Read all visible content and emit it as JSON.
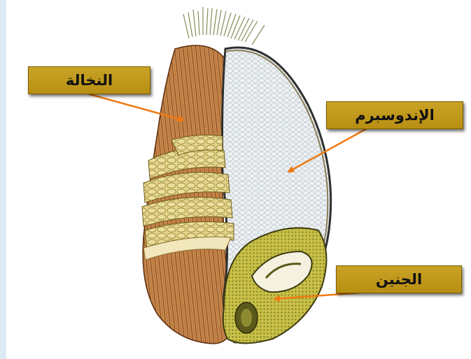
{
  "labels": {
    "bran": "النخالة",
    "endosperm": "الإندوسبرم",
    "germ": "الجنين"
  },
  "colors": {
    "label_fill": "#c0991a",
    "arrow": "#f07a12",
    "bran": "#c47f45",
    "endosperm": "#e8eef2",
    "germ": "#c9c24a"
  }
}
